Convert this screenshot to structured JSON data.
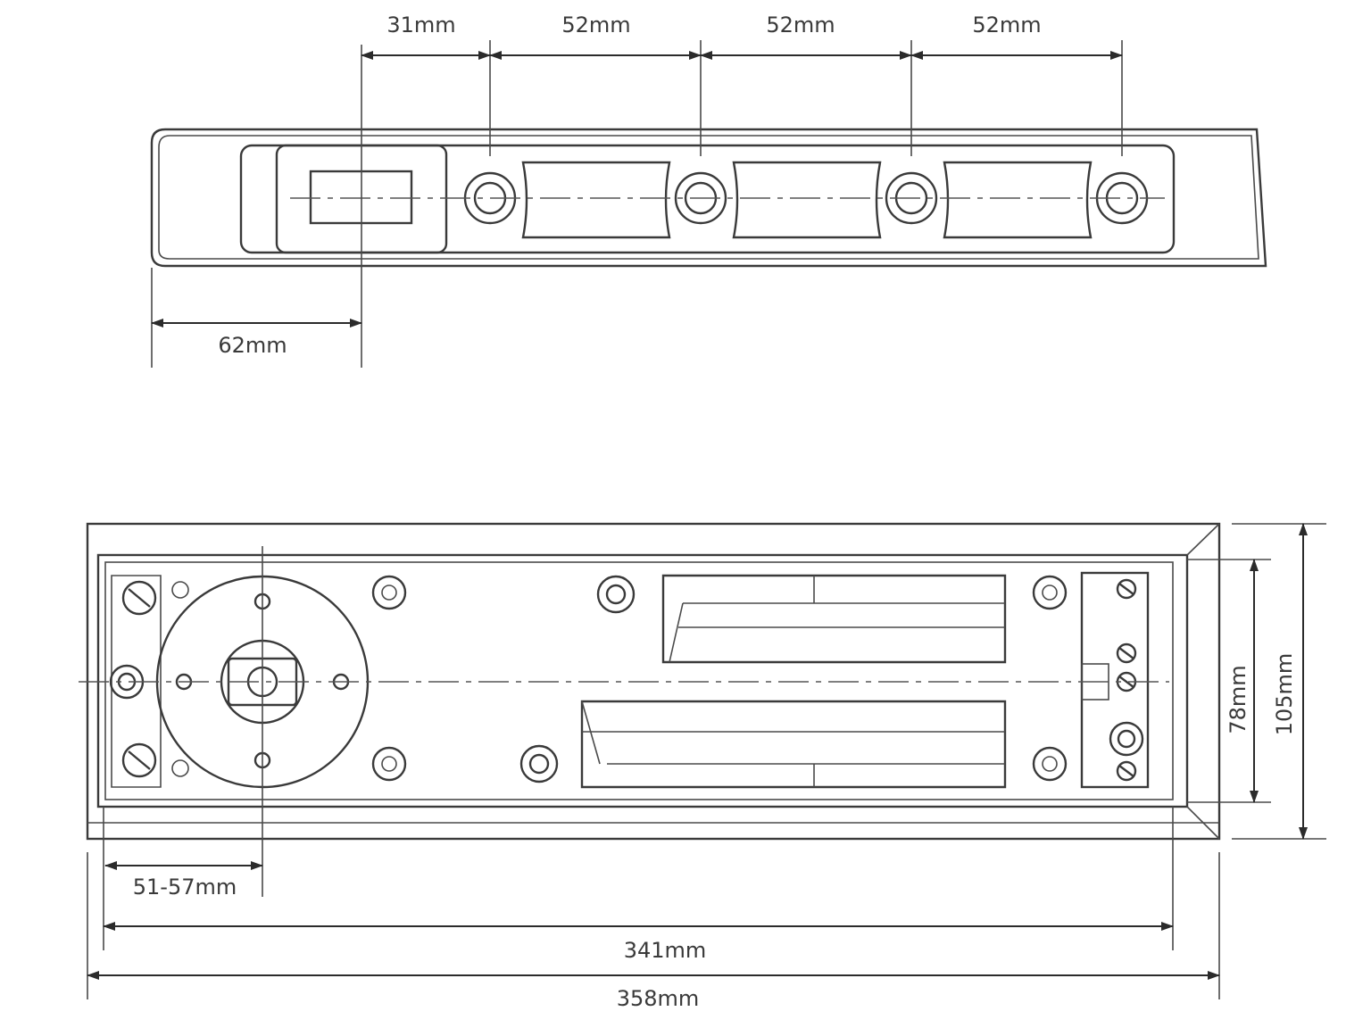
{
  "top_view": {
    "dimensions": {
      "offset_1": "31mm",
      "spacing_1": "52mm",
      "spacing_2": "52mm",
      "spacing_3": "52mm",
      "edge_to_center": "62mm"
    }
  },
  "plan_view": {
    "dimensions": {
      "spindle_offset": "51-57mm",
      "inner_length": "341mm",
      "overall_length": "358mm",
      "inner_width": "78mm",
      "overall_width": "105mm"
    }
  }
}
